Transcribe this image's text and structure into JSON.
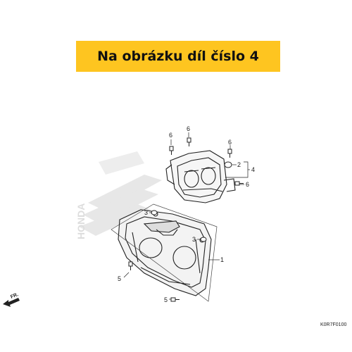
{
  "banner": {
    "text": "Na obrázku díl číslo 4",
    "color": "#fec520"
  },
  "callouts": {
    "c1": "1",
    "c2": "2",
    "c3a": "3",
    "c3b": "3",
    "c4": "4",
    "c5a": "5",
    "c5b": "5",
    "c6a": "6",
    "c6b": "6",
    "c6c": "6",
    "c6d": "6"
  },
  "direction_label": "FR.",
  "diagram_code": "K0R7F0100",
  "watermark": "HONDA"
}
